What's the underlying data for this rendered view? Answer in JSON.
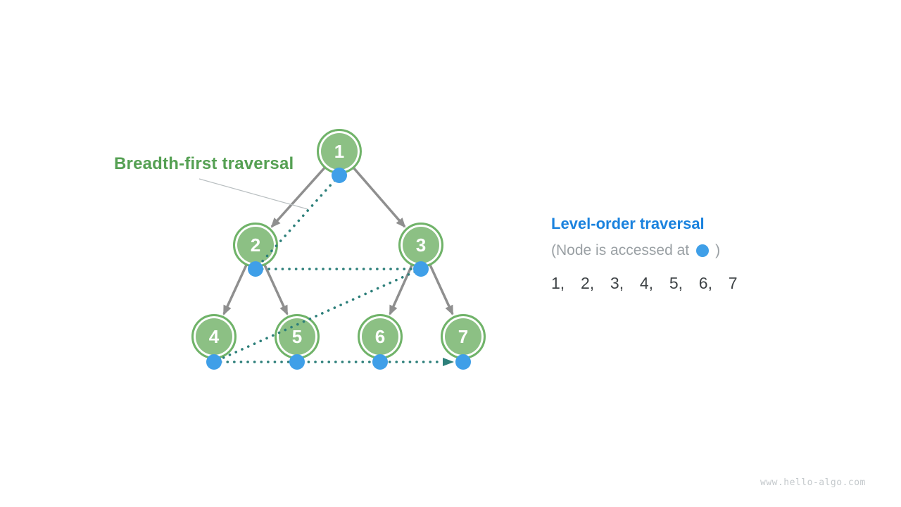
{
  "page": {
    "watermark": "www.hello-algo.com"
  },
  "diagram": {
    "label": "Breadth-first traversal",
    "tree": {
      "node_labels": [
        "1",
        "2",
        "3",
        "4",
        "5",
        "6",
        "7"
      ],
      "edges": [
        "1-2",
        "1-3",
        "2-4",
        "2-5",
        "3-6",
        "3-7"
      ]
    },
    "traversal_order": [
      "1",
      "2",
      "3",
      "4",
      "5",
      "6",
      "7"
    ]
  },
  "legend": {
    "title": "Level-order traversal",
    "note_prefix": "(Node is accessed at",
    "note_suffix": ")",
    "sequence": "1,  2,  3,  4,  5,  6,  7"
  },
  "colors": {
    "node_fill": "#8cc084",
    "node_ring": "#70b369",
    "access_dot_blue": "#3f9fe8",
    "traversal_path_teal": "#2d7f7a",
    "tree_edge_gray": "#8f8f8f",
    "label_green": "#55a053",
    "title_blue": "#1a82de"
  }
}
